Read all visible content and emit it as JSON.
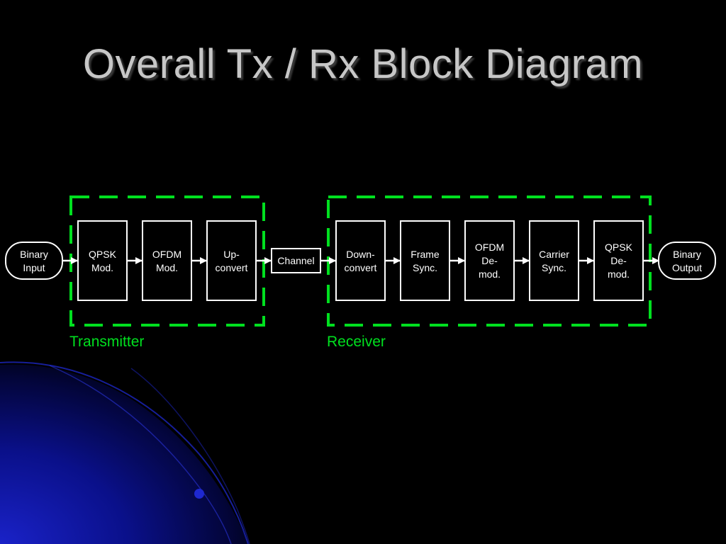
{
  "slide": {
    "title": "Overall Tx / Rx Block Diagram"
  },
  "diagram": {
    "input": [
      "Binary",
      "Input"
    ],
    "output": [
      "Binary",
      "Output"
    ],
    "channel": "Channel",
    "transmitter": {
      "label": "Transmitter",
      "blocks": [
        [
          "QPSK",
          "Mod."
        ],
        [
          "OFDM",
          "Mod."
        ],
        [
          "Up-",
          "convert"
        ]
      ]
    },
    "receiver": {
      "label": "Receiver",
      "blocks": [
        [
          "Down-",
          "convert"
        ],
        [
          "Frame",
          "Sync."
        ],
        [
          "OFDM",
          "De-",
          "mod."
        ],
        [
          "Carrier",
          "Sync."
        ],
        [
          "QPSK",
          "De-",
          "mod."
        ]
      ]
    }
  },
  "colors": {
    "background": "#000000",
    "block_stroke": "#ffffff",
    "group_dash": "#00e01f",
    "group_label": "#00e01f",
    "title": "#c7c7c7",
    "accent_blue": "#0a14a8"
  }
}
